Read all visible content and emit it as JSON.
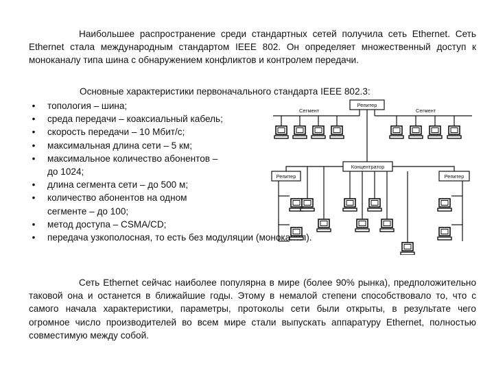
{
  "paragraphs": {
    "intro": "Наибольшее распространение среди стандартных сетей получила сеть Ethernet. Сеть Ethernet стала международным стандартом IEEE 802. Он определяет множественный доступ к моноканалу типа шина с обнаружением конфликтов и контролем передачи.",
    "characteristics_heading": "Основные характеристики первоначального стандарта IEEE 802.3:",
    "closing": "Сеть Ethernet сейчас наиболее популярна в мире (более 90% рынка), предположительно таковой она и останется в ближайшие годы. Этому в немалой степени способствовало то, что с самого начала характеристики, параметры, протоколы сети были открыты, в результате чего огромное число производителей во всем мире стали выпускать аппаратуру Ethernet, полностью совместимую между собой."
  },
  "bullet_symbol": "•",
  "bullets": [
    {
      "line1": "топология – шина;"
    },
    {
      "line1": "среда передачи – коаксиальный кабель;"
    },
    {
      "line1": "скорость передачи – 10 Мбит/с;"
    },
    {
      "line1": "максимальная длина сети – 5 км;"
    },
    {
      "line1": "максимальное количество абонентов –",
      "line2": "до 1024;"
    },
    {
      "line1": "длина сегмента сети – до 500 м;"
    },
    {
      "line1": "количество абонентов на одном",
      "line2": "сегменте – до 100;"
    },
    {
      "line1": "метод доступа – CSMA/CD;"
    },
    {
      "line1": "передача узкополосная, то есть без модуляции (моноканал)."
    }
  ],
  "diagram": {
    "labels": {
      "segment_left": "Сегмент",
      "repeater_top": "Репитер",
      "segment_right": "Сегмент",
      "concentrator": "Концентратор",
      "repeater_left": "Репитер",
      "repeater_right": "Репитер"
    },
    "icons": {
      "computer": "desktop-computer-icon"
    }
  }
}
